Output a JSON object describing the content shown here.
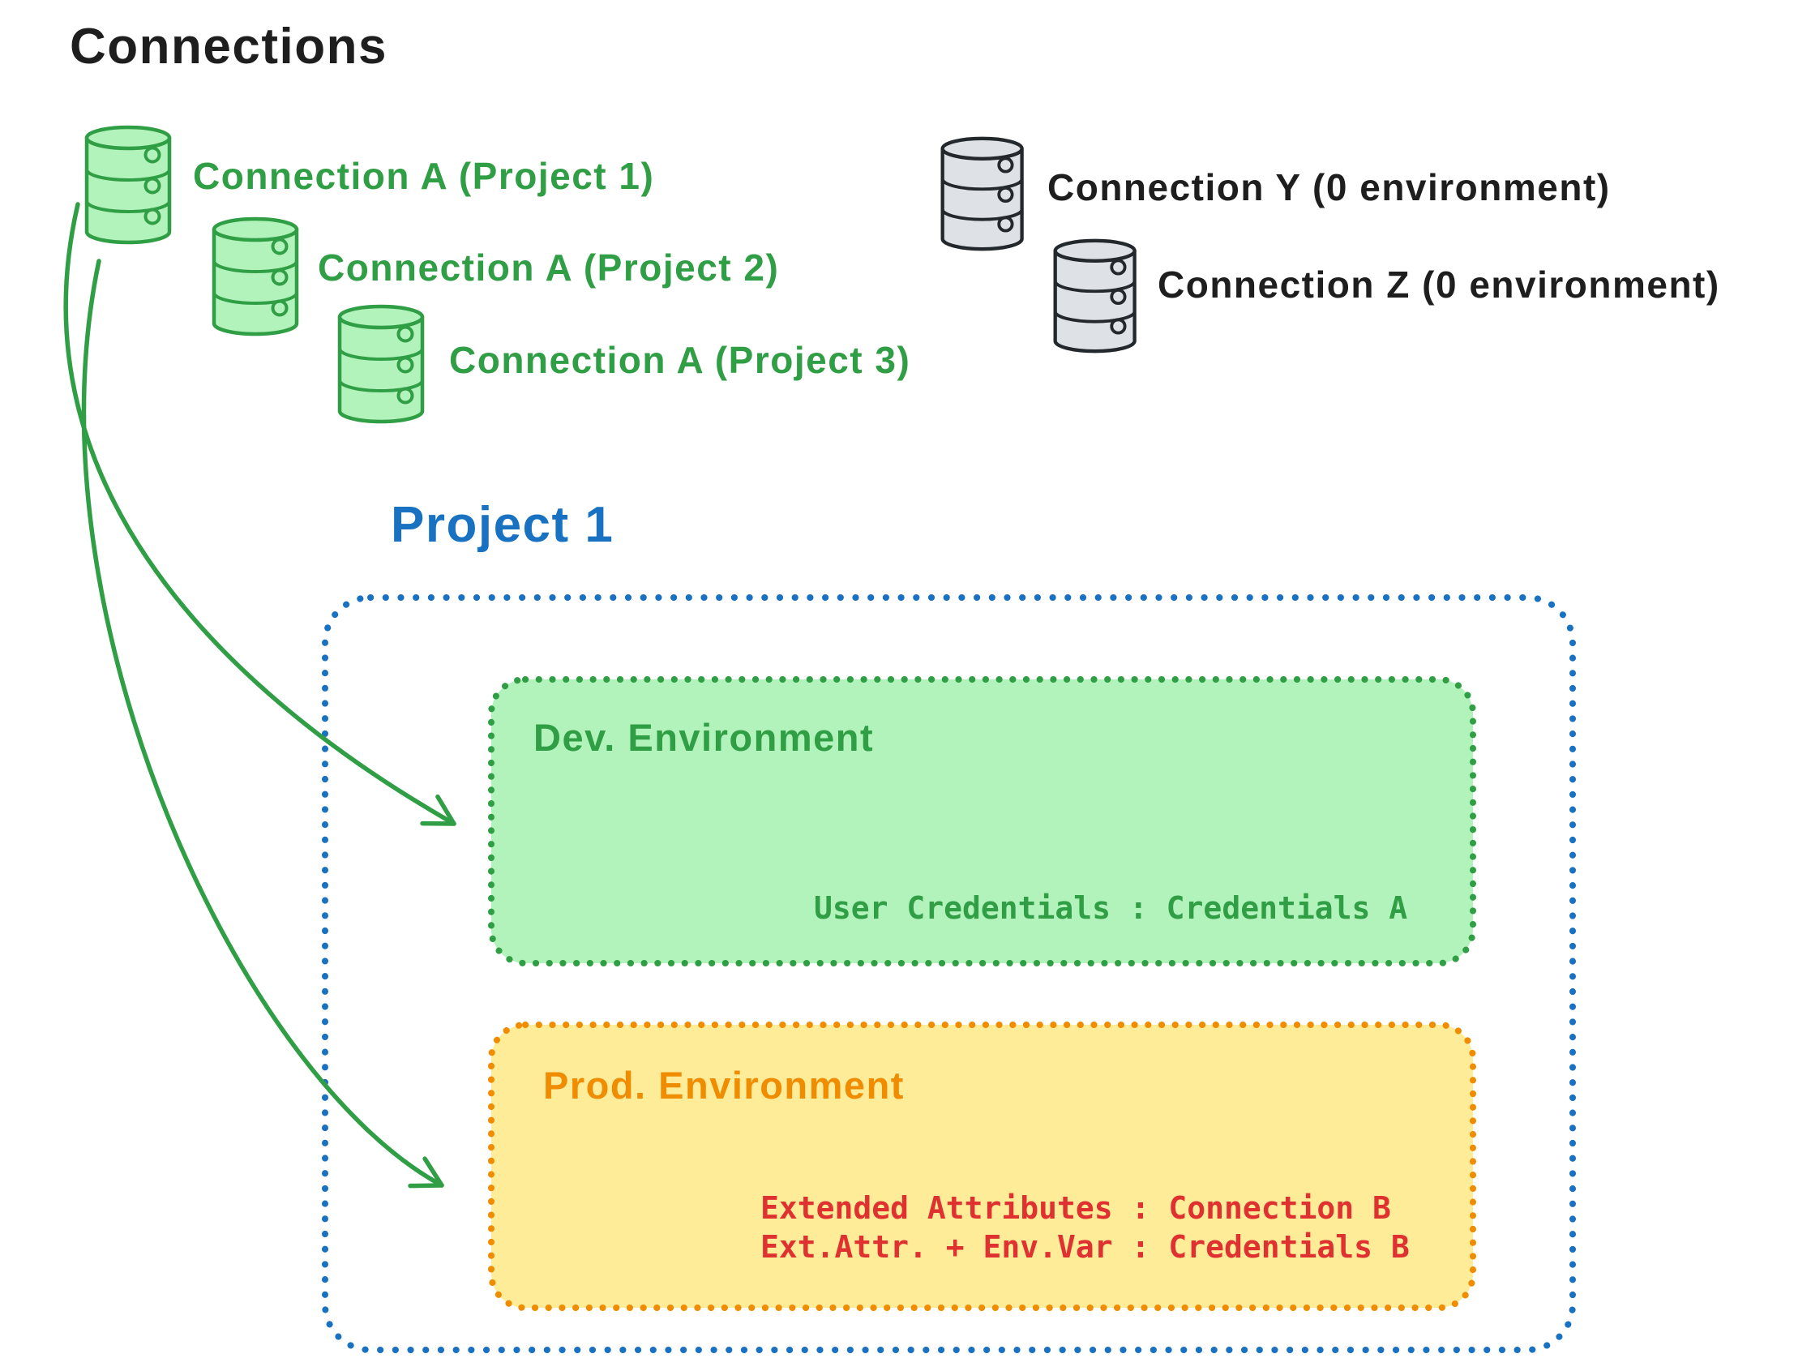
{
  "title": "Connections",
  "connections": {
    "project_scoped": [
      {
        "icon": "database-icon",
        "label": "Connection A (Project 1)",
        "color": "#2f9e44",
        "fill": "#b2f2bb"
      },
      {
        "icon": "database-icon",
        "label": "Connection A (Project 2)",
        "color": "#2f9e44",
        "fill": "#b2f2bb"
      },
      {
        "icon": "database-icon",
        "label": "Connection A (Project 3)",
        "color": "#2f9e44",
        "fill": "#b2f2bb"
      }
    ],
    "unassigned": [
      {
        "icon": "database-icon",
        "label": "Connection Y (0 environment)",
        "color": "#1e1e1e",
        "fill": "#dee2e6"
      },
      {
        "icon": "database-icon",
        "label": "Connection Z (0 environment)",
        "color": "#1e1e1e",
        "fill": "#dee2e6"
      }
    ]
  },
  "project": {
    "title": "Project 1",
    "accent": "#1971c2",
    "dev_environment": {
      "title": "Dev. Environment",
      "accent": "#2f9e44",
      "fill": "#b2f2bb",
      "mapping": "User Credentials : Credentials A"
    },
    "prod_environment": {
      "title": "Prod. Environment",
      "accent": "#f08c00",
      "fill": "#ffec99",
      "mappings": [
        "Extended Attributes : Connection B",
        "Ext.Attr. + Env.Var : Credentials B"
      ],
      "mapping_color": "#e03131"
    }
  },
  "arrows": [
    {
      "name": "connection-a-to-dev-environment",
      "color": "#2f9e44"
    },
    {
      "name": "connection-a-to-prod-environment",
      "color": "#2f9e44"
    }
  ]
}
